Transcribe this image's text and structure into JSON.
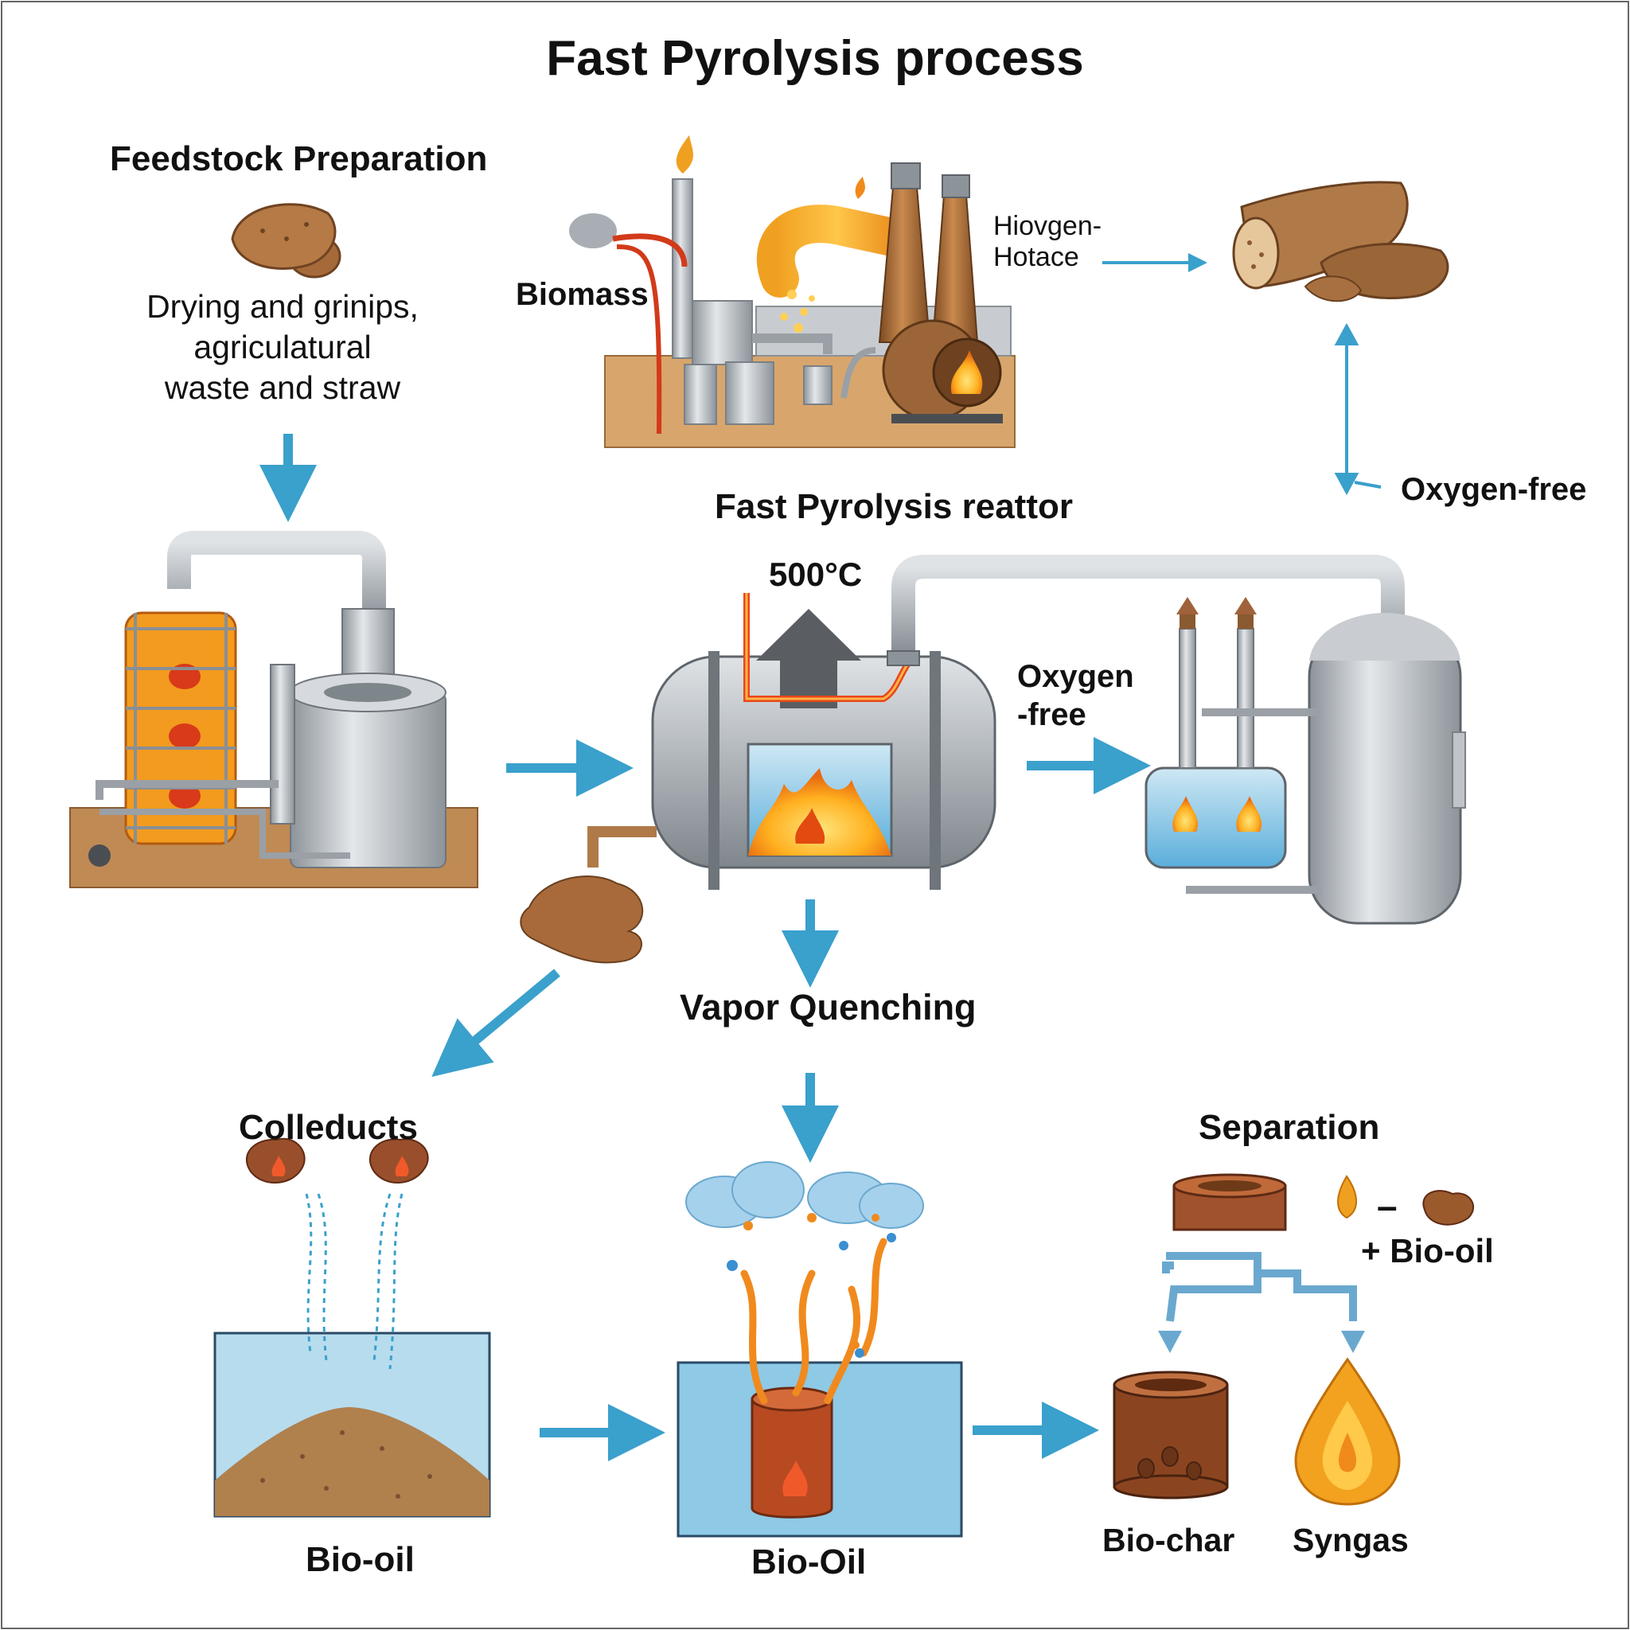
{
  "title": "Fast Pyrolysis process",
  "feedstock": {
    "heading": "Feedstock Preparation",
    "desc_lines": [
      "Drying and grinips,",
      "agriculatural",
      "waste and straw"
    ]
  },
  "top": {
    "biomass_label": "Biomass",
    "note_lines": [
      "Hiovgen-",
      "Hotace"
    ],
    "oxygen_free_label": "Oxygen-free"
  },
  "reactor": {
    "heading": "Fast Pyrolysis reattor",
    "temperature": "500°C",
    "oxygen_free_lines": [
      "Oxygen",
      "-free"
    ]
  },
  "quench": {
    "label": "Vapor Quenching"
  },
  "collect": {
    "heading": "Colleducts",
    "caption": "Bio-oil"
  },
  "condense": {
    "caption": "Bio-Oil"
  },
  "separation": {
    "heading": "Separation",
    "dash": "–",
    "plus_label": "+ Bio-oil",
    "biochar_label": "Bio-char",
    "syngas_label": "Syngas"
  },
  "colors": {
    "arrow": "#3aa0cc",
    "steel": "#b4b9be",
    "flame": "#f07a1e",
    "wood": "#a66a3a",
    "water": "#a8d6ea"
  }
}
